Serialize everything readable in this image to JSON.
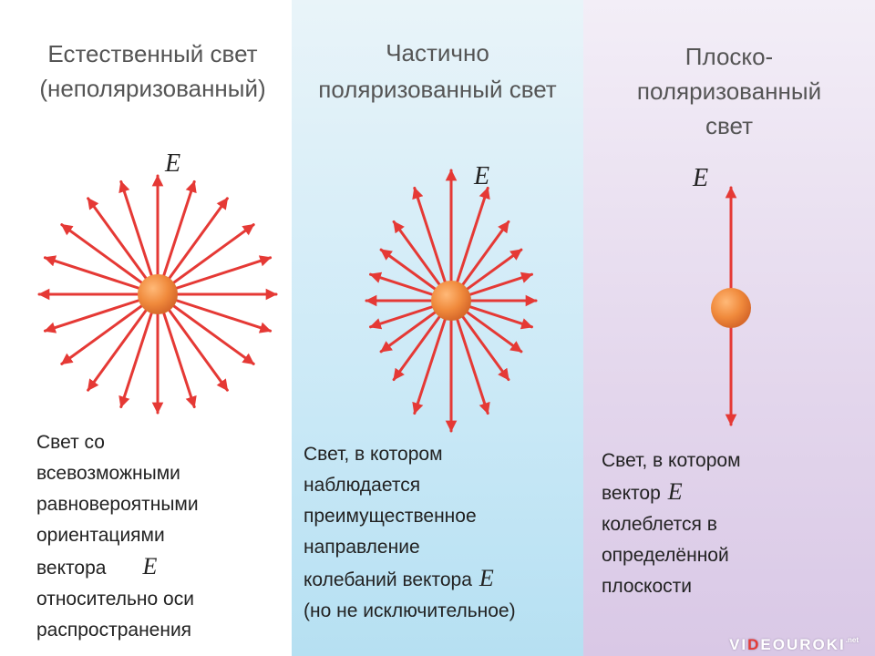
{
  "panels": [
    {
      "title_line1": "Естественный свет",
      "title_line2": "(неполяризованный)",
      "e_symbol": "E",
      "desc_lines": [
        "Свет со",
        "всевозможными",
        "равновероятными",
        "ориентациями",
        "вектора",
        "относительно оси",
        "распространения"
      ]
    },
    {
      "title_line1": "Частично",
      "title_line2": "поляризованный свет",
      "e_symbol": "E",
      "desc_lines": [
        "Свет, в котором",
        "наблюдается",
        "преимущественное",
        "направление",
        "колебаний вектора",
        "(но не исключительное)"
      ]
    },
    {
      "title_line1": "Плоско-",
      "title_line2": "поляризованный",
      "title_line3": "свет",
      "e_symbol": "E",
      "desc_lines": [
        "Свет, в котором",
        "вектор",
        "колеблется в",
        "определённой",
        "плоскости"
      ]
    }
  ],
  "logo": {
    "part1": "VI",
    "part2": "D",
    "part3": "EOUROKI",
    "part4": ".net"
  },
  "colors": {
    "arrow": "#e53935",
    "ball": "#f08a3c",
    "panel2": "#cdeaf7",
    "panel3": "#e3d6ec"
  }
}
